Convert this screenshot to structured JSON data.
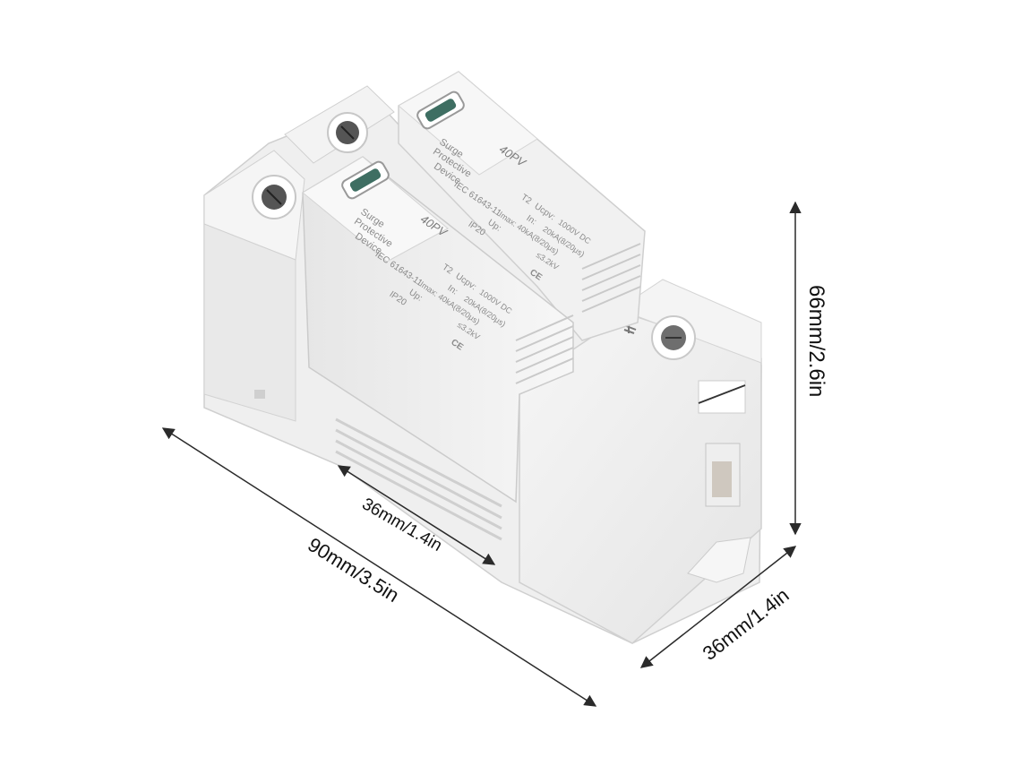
{
  "dimensions": {
    "overall_length": "90mm/3.5in",
    "module_width": "36mm/1.4in",
    "depth": "36mm/1.4in",
    "height": "66mm/2.6in"
  },
  "module_label": {
    "brand": "40PV",
    "title_line1": "Surge",
    "title_line2": "Protective",
    "title_line3": "Device",
    "standard": "IEC 61643-11",
    "class_badge": "T2",
    "ucpv": "Ucpv:",
    "ucpv_value": "1000V DC",
    "in": "In:",
    "in_value": "20kA(8/20μs)",
    "imax": "Imax: 40kA(8/20μs)",
    "up": "Up:",
    "up_value": "≤3.2kV",
    "ip": "IP20",
    "ce": "CE"
  },
  "colors": {
    "housing": "#f1f1f1",
    "housing_shade": "#dedede",
    "indicator_window": "#3e6e62",
    "dimension_line": "#2a2a2a"
  }
}
